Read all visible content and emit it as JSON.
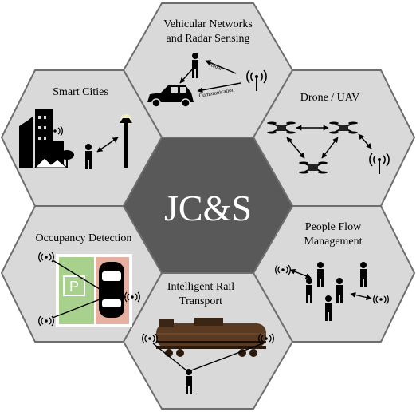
{
  "center": {
    "label": "JC&S"
  },
  "tiles": {
    "vehicular": {
      "line1": "Vehicular Networks",
      "line2": "and Radar Sensing",
      "radar_label": "Radar",
      "comm_label": "Communication"
    },
    "smart_cities": {
      "label": "Smart Cities"
    },
    "drone": {
      "label": "Drone / UAV"
    },
    "occupancy": {
      "label": "Occupancy Detection",
      "parking_letter": "P"
    },
    "people_flow": {
      "line1": "People Flow",
      "line2": "Management"
    },
    "rail": {
      "line1": "Intelligent Rail",
      "line2": "Transport"
    }
  },
  "colors": {
    "tile": "#d9d9d9",
    "center_tile": "#595959",
    "border": "#6e6e6e",
    "parking_green": "#a9d18e",
    "parking_red": "#e6b0a0"
  }
}
